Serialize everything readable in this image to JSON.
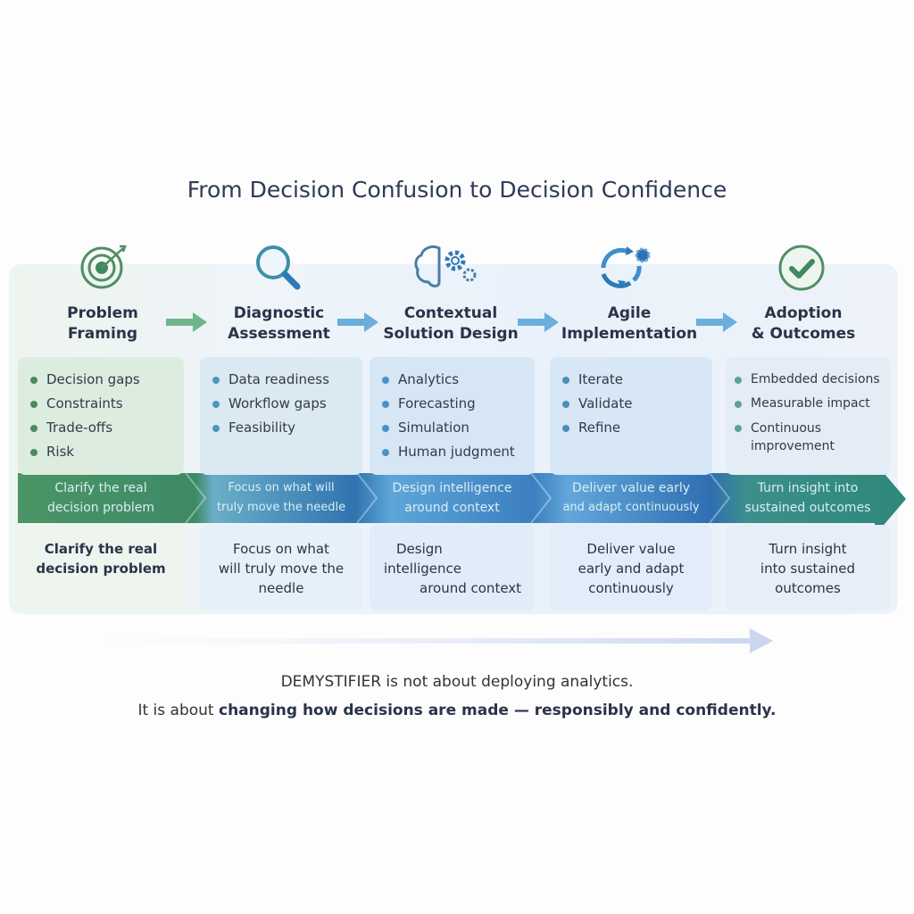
{
  "title": "From Decision Confusion to Decision Confidence",
  "stages": [
    {
      "title1": "Problem",
      "title2": "Framing",
      "icon": "target-icon",
      "bullets": [
        "Decision gaps",
        "Constraints",
        "Trade-offs",
        "Risk"
      ],
      "band1": "Clarify the real",
      "band2": "decision problem",
      "summary1": "Clarify the real",
      "summary2": "decision problem",
      "summary3": ""
    },
    {
      "title1": "Diagnostic",
      "title2": "Assessment",
      "icon": "magnifier-icon",
      "bullets": [
        "Data readiness",
        "Workflow gaps",
        "Feasibility"
      ],
      "band1": "Focus on what will",
      "band2": "truly move the needle",
      "summary1": "Focus on what",
      "summary2": "will truly move the",
      "summary3": "needle"
    },
    {
      "title1": "Contextual",
      "title2": "Solution Design",
      "icon": "brain-gears-icon",
      "bullets": [
        "Analytics",
        "Forecasting",
        "Simulation",
        "Human judgment"
      ],
      "band1": "Design intelligence",
      "band2": "around context",
      "summary1": "Design",
      "summary2": "intelligence",
      "summary3": "around context"
    },
    {
      "title1": "Agile",
      "title2": "Implementation",
      "icon": "cycle-gear-icon",
      "bullets": [
        "Iterate",
        "Validate",
        "Refine"
      ],
      "band1": "Deliver value early",
      "band2": "and adapt continuously",
      "summary1": "Deliver value",
      "summary2": "early and adapt",
      "summary3": "continuously"
    },
    {
      "title1": "Adoption",
      "title2": "& Outcomes",
      "icon": "checkmark-icon",
      "bullets": [
        "Embedded decisions",
        "Measurable impact",
        "Continuous improvement"
      ],
      "band1": "Turn insight into",
      "band2": "sustained outcomes",
      "summary1": "Turn insight",
      "summary2": "into sustained",
      "summary3": "outcomes"
    }
  ],
  "footer": {
    "line1": "DEMYSTIFIER is not about deploying analytics.",
    "line2_a": "It is about ",
    "line2_b": "changing how decisions are made — responsibly and confidently."
  },
  "colors": {
    "green": "#3f8a5e",
    "blue": "#2f79b8",
    "teal": "#2e8a80"
  }
}
